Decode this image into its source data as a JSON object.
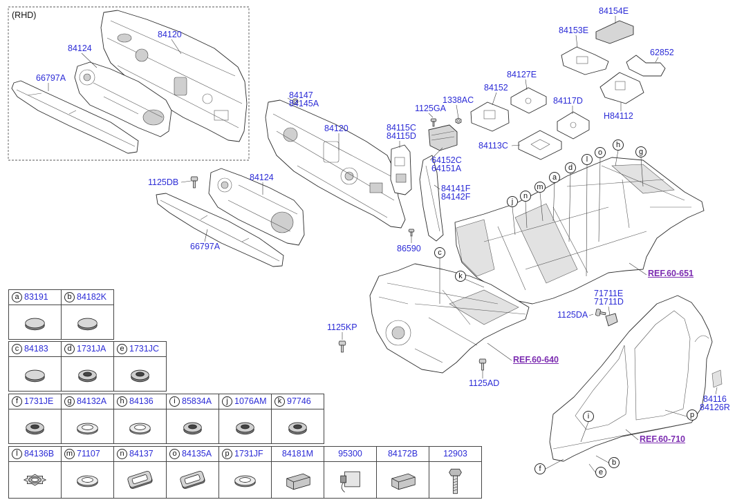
{
  "rhd": {
    "title": "(RHD)",
    "labels": {
      "dash_panel": "84120",
      "dash_insulator": "84124",
      "cowl_panel": "66797A"
    }
  },
  "labels": {
    "p84147": "84147",
    "p84145A": "84145A",
    "p84120": "84120",
    "p84124": "84124",
    "p1125DB": "1125DB",
    "p66797A": "66797A",
    "p84115C": "84115C",
    "p84115D": "84115D",
    "p1338AC": "1338AC",
    "p1125GA": "1125GA",
    "p64152C": "64152C",
    "p64151A": "64151A",
    "p84141F": "84141F",
    "p84142F": "84142F",
    "p86590": "86590",
    "p84152": "84152",
    "p84127E": "84127E",
    "p84117D": "84117D",
    "p84113C": "84113C",
    "p84153E": "84153E",
    "p84154E": "84154E",
    "p62852": "62852",
    "pH84112": "H84112",
    "p71711E": "71711E",
    "p71711D": "71711D",
    "p1125DA": "1125DA",
    "p1125KP": "1125KP",
    "p1125AD": "1125AD",
    "p84116": "84116",
    "p84126R": "84126R"
  },
  "refs": {
    "floor": "REF.60-651",
    "front": "REF.60-640",
    "side": "REF.60-710"
  },
  "callouts": {
    "floor": [
      "c",
      "k",
      "j",
      "n",
      "m",
      "a",
      "d",
      "l",
      "o",
      "h",
      "g"
    ],
    "side": [
      "i",
      "p",
      "f",
      "b",
      "e"
    ]
  },
  "parts_table": {
    "rows": [
      [
        {
          "letter": "a",
          "part": "83191",
          "icon": "flat-plug-icon"
        },
        {
          "letter": "b",
          "part": "84182K",
          "icon": "flat-plug-icon"
        }
      ],
      [
        {
          "letter": "c",
          "part": "84183",
          "icon": "flat-plug-icon"
        },
        {
          "letter": "d",
          "part": "1731JA",
          "icon": "grommet-icon"
        },
        {
          "letter": "e",
          "part": "1731JC",
          "icon": "grommet-icon"
        }
      ],
      [
        {
          "letter": "f",
          "part": "1731JE",
          "icon": "grommet-icon"
        },
        {
          "letter": "g",
          "part": "84132A",
          "icon": "ring-grommet-icon"
        },
        {
          "letter": "h",
          "part": "84136",
          "icon": "ring-grommet-icon"
        },
        {
          "letter": "i",
          "part": "85834A",
          "icon": "grommet-icon"
        },
        {
          "letter": "j",
          "part": "1076AM",
          "icon": "grommet-icon"
        },
        {
          "letter": "k",
          "part": "97746",
          "icon": "grommet-icon"
        }
      ],
      [
        {
          "letter": "l",
          "part": "84136B",
          "icon": "star-grommet-icon"
        },
        {
          "letter": "m",
          "part": "71107",
          "icon": "ring-grommet-icon"
        },
        {
          "letter": "n",
          "part": "84137",
          "icon": "rect-grommet-icon"
        },
        {
          "letter": "o",
          "part": "84135A",
          "icon": "rect-grommet-icon"
        },
        {
          "letter": "p",
          "part": "1731JF",
          "icon": "ring-grommet-icon"
        },
        {
          "part": "84181M",
          "icon": "foam-block-icon"
        },
        {
          "part": "95300",
          "icon": "module-icon"
        },
        {
          "part": "84172B",
          "icon": "foam-block-icon"
        },
        {
          "part": "12903",
          "icon": "bolt-icon"
        }
      ]
    ]
  },
  "colors": {
    "part_number": "#2b2bd6",
    "ref_link": "#7b2bb0",
    "line_art": "#2a2a2a"
  }
}
